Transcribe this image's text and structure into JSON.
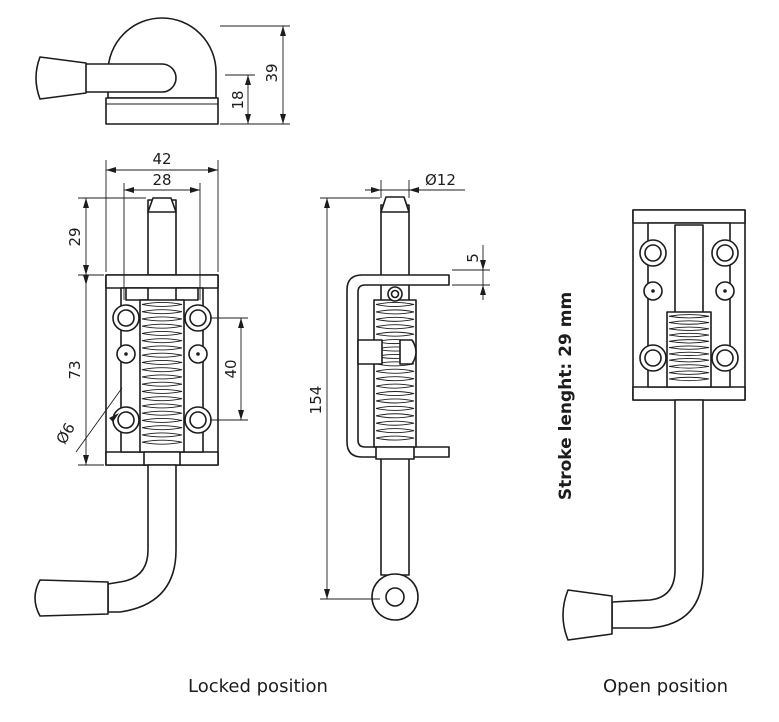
{
  "dimensions": {
    "top_height_total": "39",
    "top_height_base": "18",
    "width_outer": "42",
    "width_inner": "28",
    "pin_protrusion": "29",
    "body_height": "73",
    "hole_spacing": "40",
    "hole_diameter": "Ø6",
    "pin_diameter": "Ø12",
    "bracket_offset": "5",
    "overall_length": "154"
  },
  "stroke": {
    "label": "Stroke lenght:",
    "value": "29 mm"
  },
  "captions": {
    "locked": "Locked position",
    "open": "Open position"
  }
}
